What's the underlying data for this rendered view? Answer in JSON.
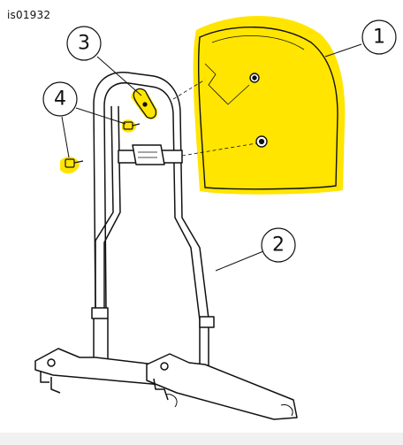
{
  "figure": {
    "id": "is01932"
  },
  "callouts": [
    {
      "label": "1",
      "part": "backrest-pad"
    },
    {
      "label": "2",
      "part": "sissy-bar-upright"
    },
    {
      "label": "3",
      "part": "mounting-clip"
    },
    {
      "label": "4",
      "part": "screws"
    }
  ],
  "colors": {
    "highlight": "#ffe500",
    "line": "#111111",
    "background": "#ffffff"
  }
}
